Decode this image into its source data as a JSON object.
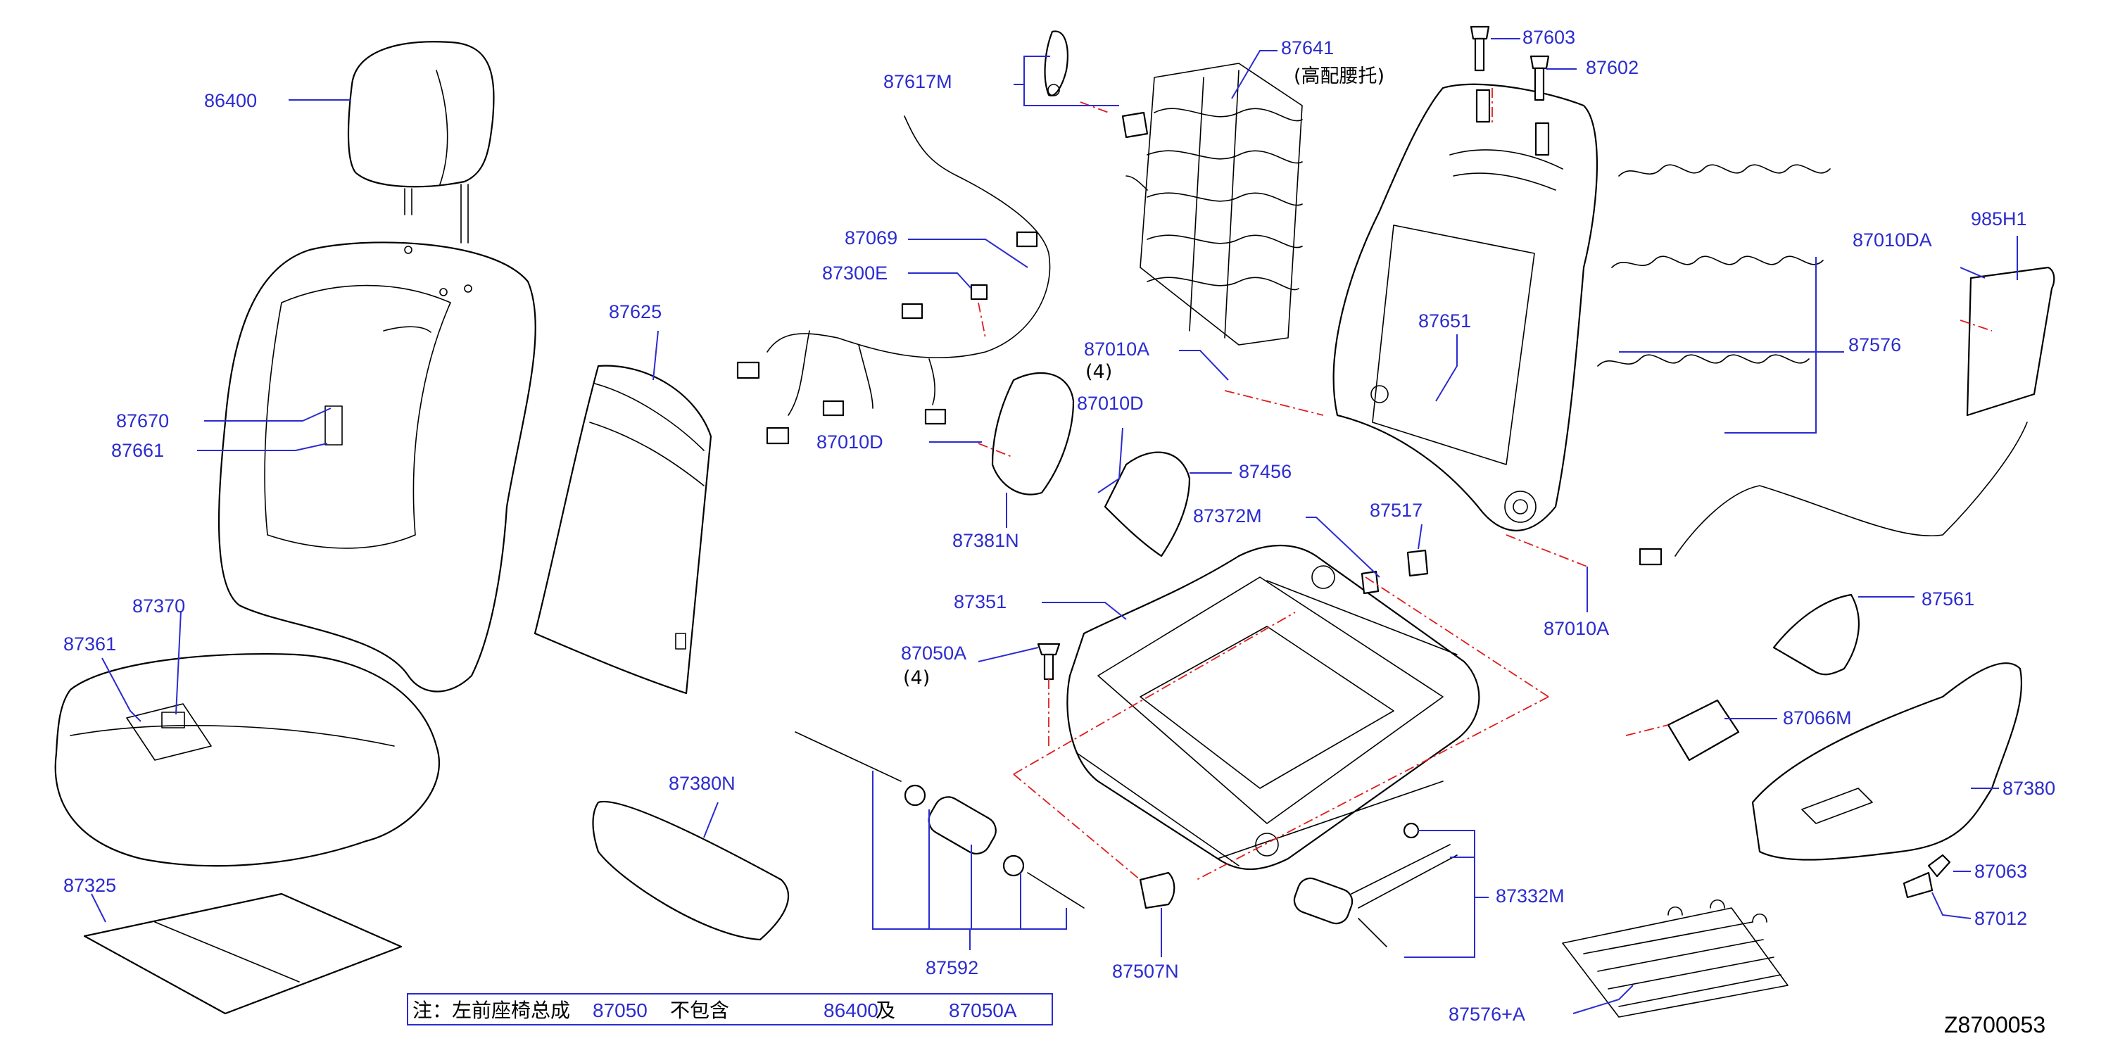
{
  "diagram": {
    "document_id": "Z8700053",
    "colors": {
      "label": "#2b2bd0",
      "line": "#000000",
      "dash": "#e01b1b"
    },
    "labels": {
      "p86400": "86400",
      "p87617M": "87617M",
      "p87641": "87641",
      "p87641_note": "(高配腰托)",
      "p87603": "87603",
      "p87602": "87602",
      "p87069": "87069",
      "p87300E": "87300E",
      "p87625": "87625",
      "p87670": "87670",
      "p87661": "87661",
      "p87010A_top": "87010A",
      "p87010A_top_qty": "(4)",
      "p87010D_right": "87010D",
      "p87010D_left": "87010D",
      "p87651": "87651",
      "p87010DA": "87010DA",
      "p985H1": "985H1",
      "p87576": "87576",
      "p87456": "87456",
      "p87381N": "87381N",
      "p87372M": "87372M",
      "p87517": "87517",
      "p87351": "87351",
      "p87370": "87370",
      "p87361": "87361",
      "p87050A": "87050A",
      "p87050A_qty": "(4)",
      "p87010A_bottom": "87010A",
      "p87561": "87561",
      "p87066M": "87066M",
      "p87380N": "87380N",
      "p87380": "87380",
      "p87325": "87325",
      "p87592": "87592",
      "p87507N": "87507N",
      "p87332M": "87332M",
      "p87063": "87063",
      "p87012": "87012",
      "p87576A": "87576+A"
    },
    "note": {
      "prefix": "注：左前座椅总成",
      "part": "87050",
      "middle": "不包含",
      "part2": "86400",
      "conj": "及",
      "part3": "87050A"
    }
  }
}
